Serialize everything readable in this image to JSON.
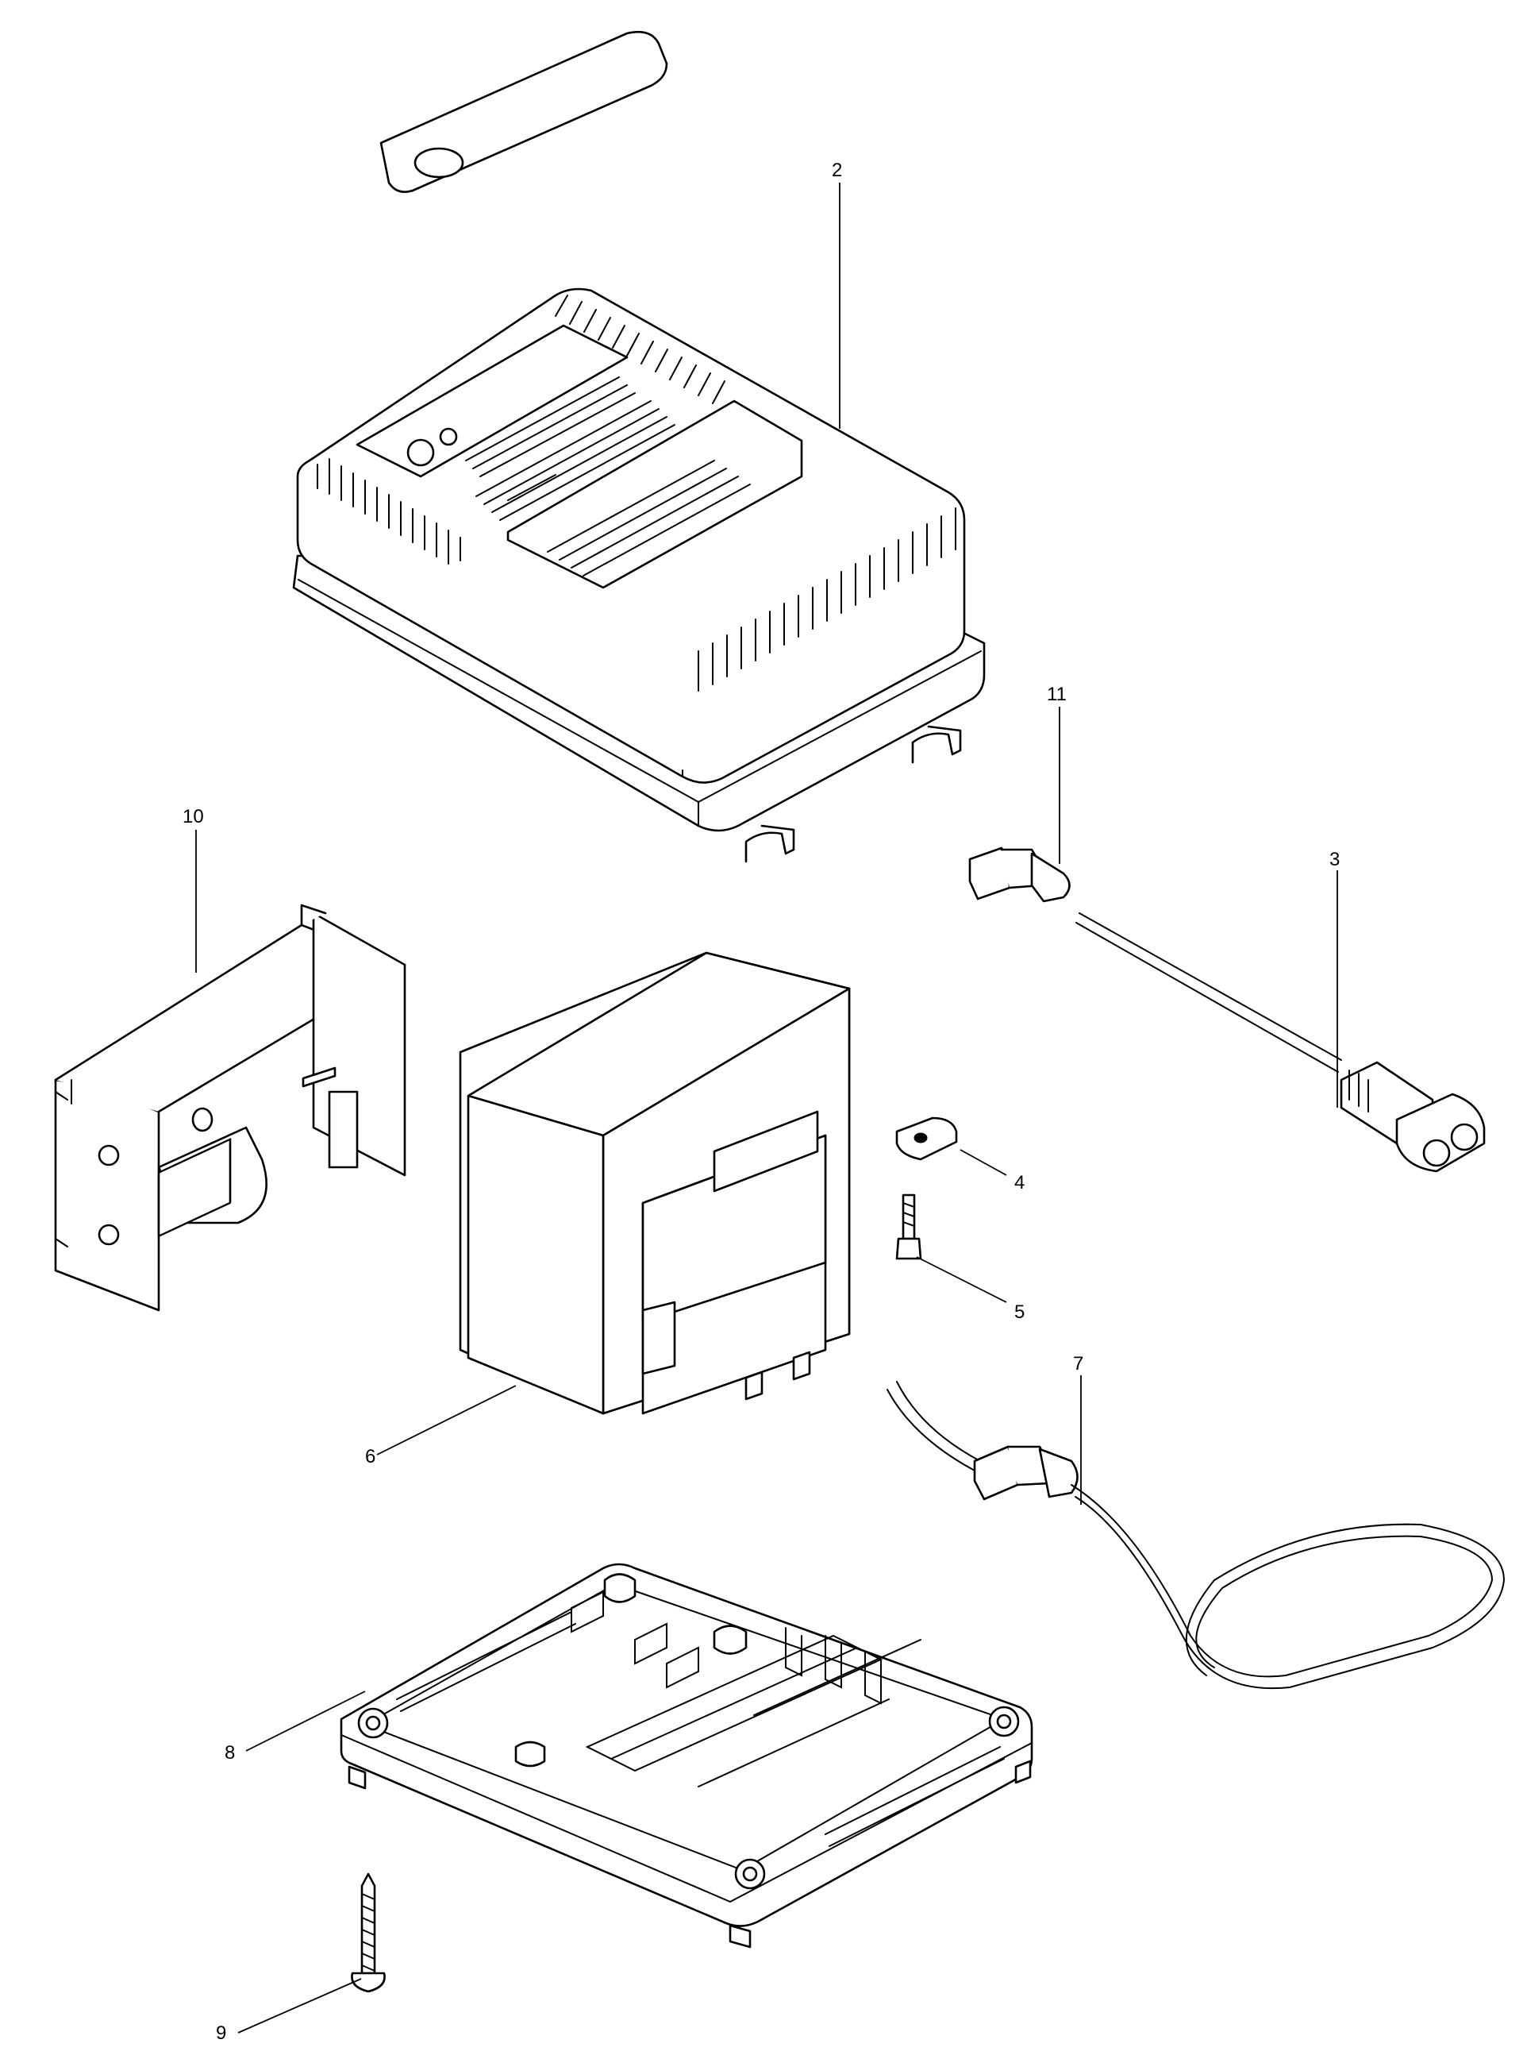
{
  "callouts": [
    {
      "id": "2",
      "label": "2"
    },
    {
      "id": "3",
      "label": "3"
    },
    {
      "id": "4",
      "label": "4"
    },
    {
      "id": "5",
      "label": "5"
    },
    {
      "id": "6",
      "label": "6"
    },
    {
      "id": "7",
      "label": "7"
    },
    {
      "id": "8",
      "label": "8"
    },
    {
      "id": "9",
      "label": "9"
    },
    {
      "id": "10",
      "label": "10"
    },
    {
      "id": "11",
      "label": "11"
    }
  ]
}
